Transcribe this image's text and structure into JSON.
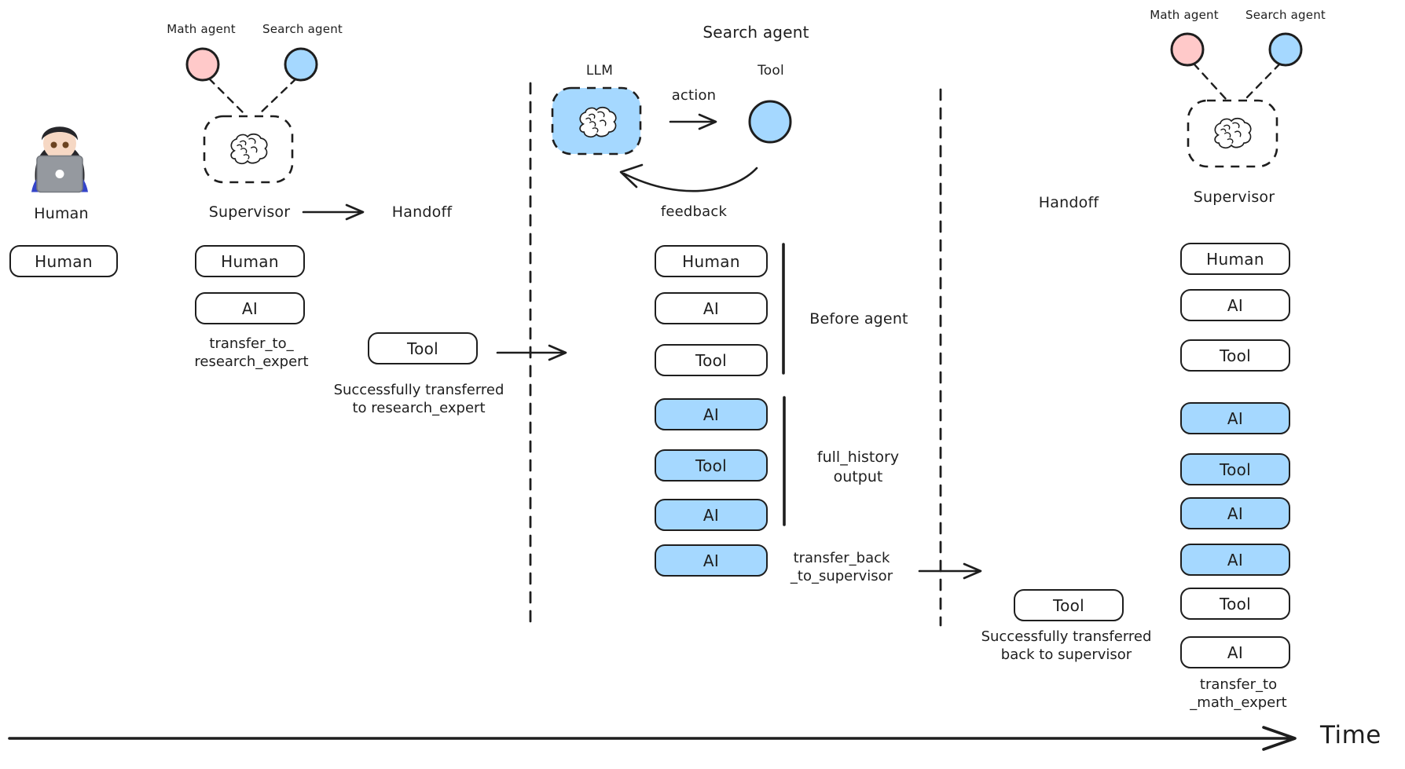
{
  "colors": {
    "pink": "#ffc9c9",
    "blue": "#a5d8ff",
    "stroke": "#1e1e1e",
    "bg": "#ffffff"
  },
  "left": {
    "human_caption": "Human",
    "human_message": "Human",
    "math_agent_label": "Math agent",
    "search_agent_label": "Search agent",
    "supervisor_label": "Supervisor",
    "handoff_label": "Handoff",
    "messages": [
      "Human",
      "AI"
    ],
    "transfer_note": [
      "transfer_to_",
      "research_expert"
    ],
    "tool_message": "Tool",
    "success_note": [
      "Successfully transferred",
      "to research_expert"
    ]
  },
  "middle": {
    "title": "Search agent",
    "llm_label": "LLM",
    "action_label": "action",
    "tool_label": "Tool",
    "feedback_label": "feedback",
    "messages": [
      "Human",
      "AI",
      "Tool",
      "AI",
      "Tool",
      "AI",
      "AI"
    ],
    "before_agent_label": "Before agent",
    "full_history_note": [
      "full_history",
      "output"
    ],
    "transfer_back_note": [
      "transfer_back",
      "_to_supervisor"
    ]
  },
  "right": {
    "handoff_label": "Handoff",
    "tool_message": "Tool",
    "success_note": [
      "Successfully transferred",
      "back to supervisor"
    ],
    "math_agent_label": "Math agent",
    "search_agent_label": "Search agent",
    "supervisor_label": "Supervisor",
    "messages": [
      "Human",
      "AI",
      "Tool",
      "AI",
      "Tool",
      "AI",
      "AI",
      "Tool",
      "AI"
    ],
    "transfer_note": [
      "transfer_to",
      "_math_expert"
    ]
  },
  "time_label": "Time"
}
